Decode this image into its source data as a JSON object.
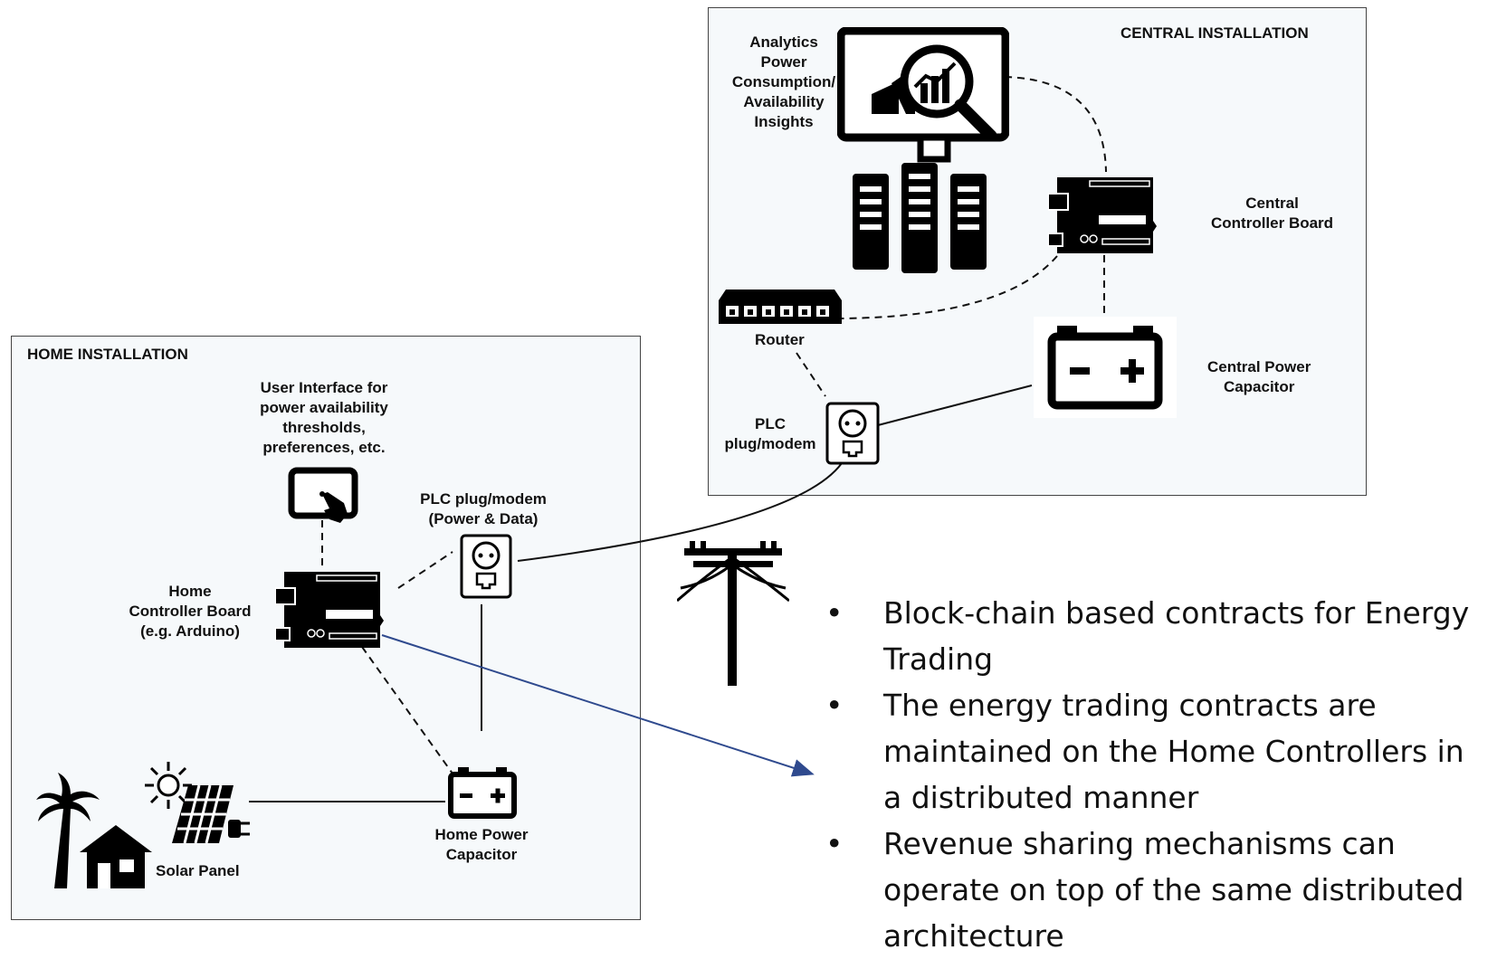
{
  "central": {
    "title": "CENTRAL INSTALLATION",
    "analytics_label": [
      "Analytics",
      "Power",
      "Consumption/",
      "Availability",
      "Insights"
    ],
    "controller_label": [
      "Central",
      "Controller Board"
    ],
    "router_label": "Router",
    "capacitor_label": [
      "Central Power",
      "Capacitor"
    ],
    "plc_label": [
      "PLC",
      "plug/modem"
    ]
  },
  "home": {
    "title": "HOME INSTALLATION",
    "ui_label": [
      "User Interface for",
      "power availability",
      "thresholds,",
      "preferences, etc."
    ],
    "plc_label": [
      "PLC plug/modem",
      "(Power & Data)"
    ],
    "controller_label": [
      "Home",
      "Controller Board",
      "(e.g. Arduino)"
    ],
    "capacitor_label": [
      "Home Power",
      "Capacitor"
    ],
    "solar_label": "Solar Panel"
  },
  "bullets": [
    [
      "Block-chain based contracts for Energy",
      "Trading"
    ],
    [
      "The energy trading contracts are",
      "maintained on the Home Controllers in",
      "a distributed manner"
    ],
    [
      "Revenue sharing mechanisms can",
      "operate on top of the same distributed",
      "architecture"
    ]
  ],
  "bullet_symbol": "•",
  "colors": {
    "arrow": "#2f4a8e",
    "line": "#111111",
    "panel_bg": "#f6f9fb"
  }
}
